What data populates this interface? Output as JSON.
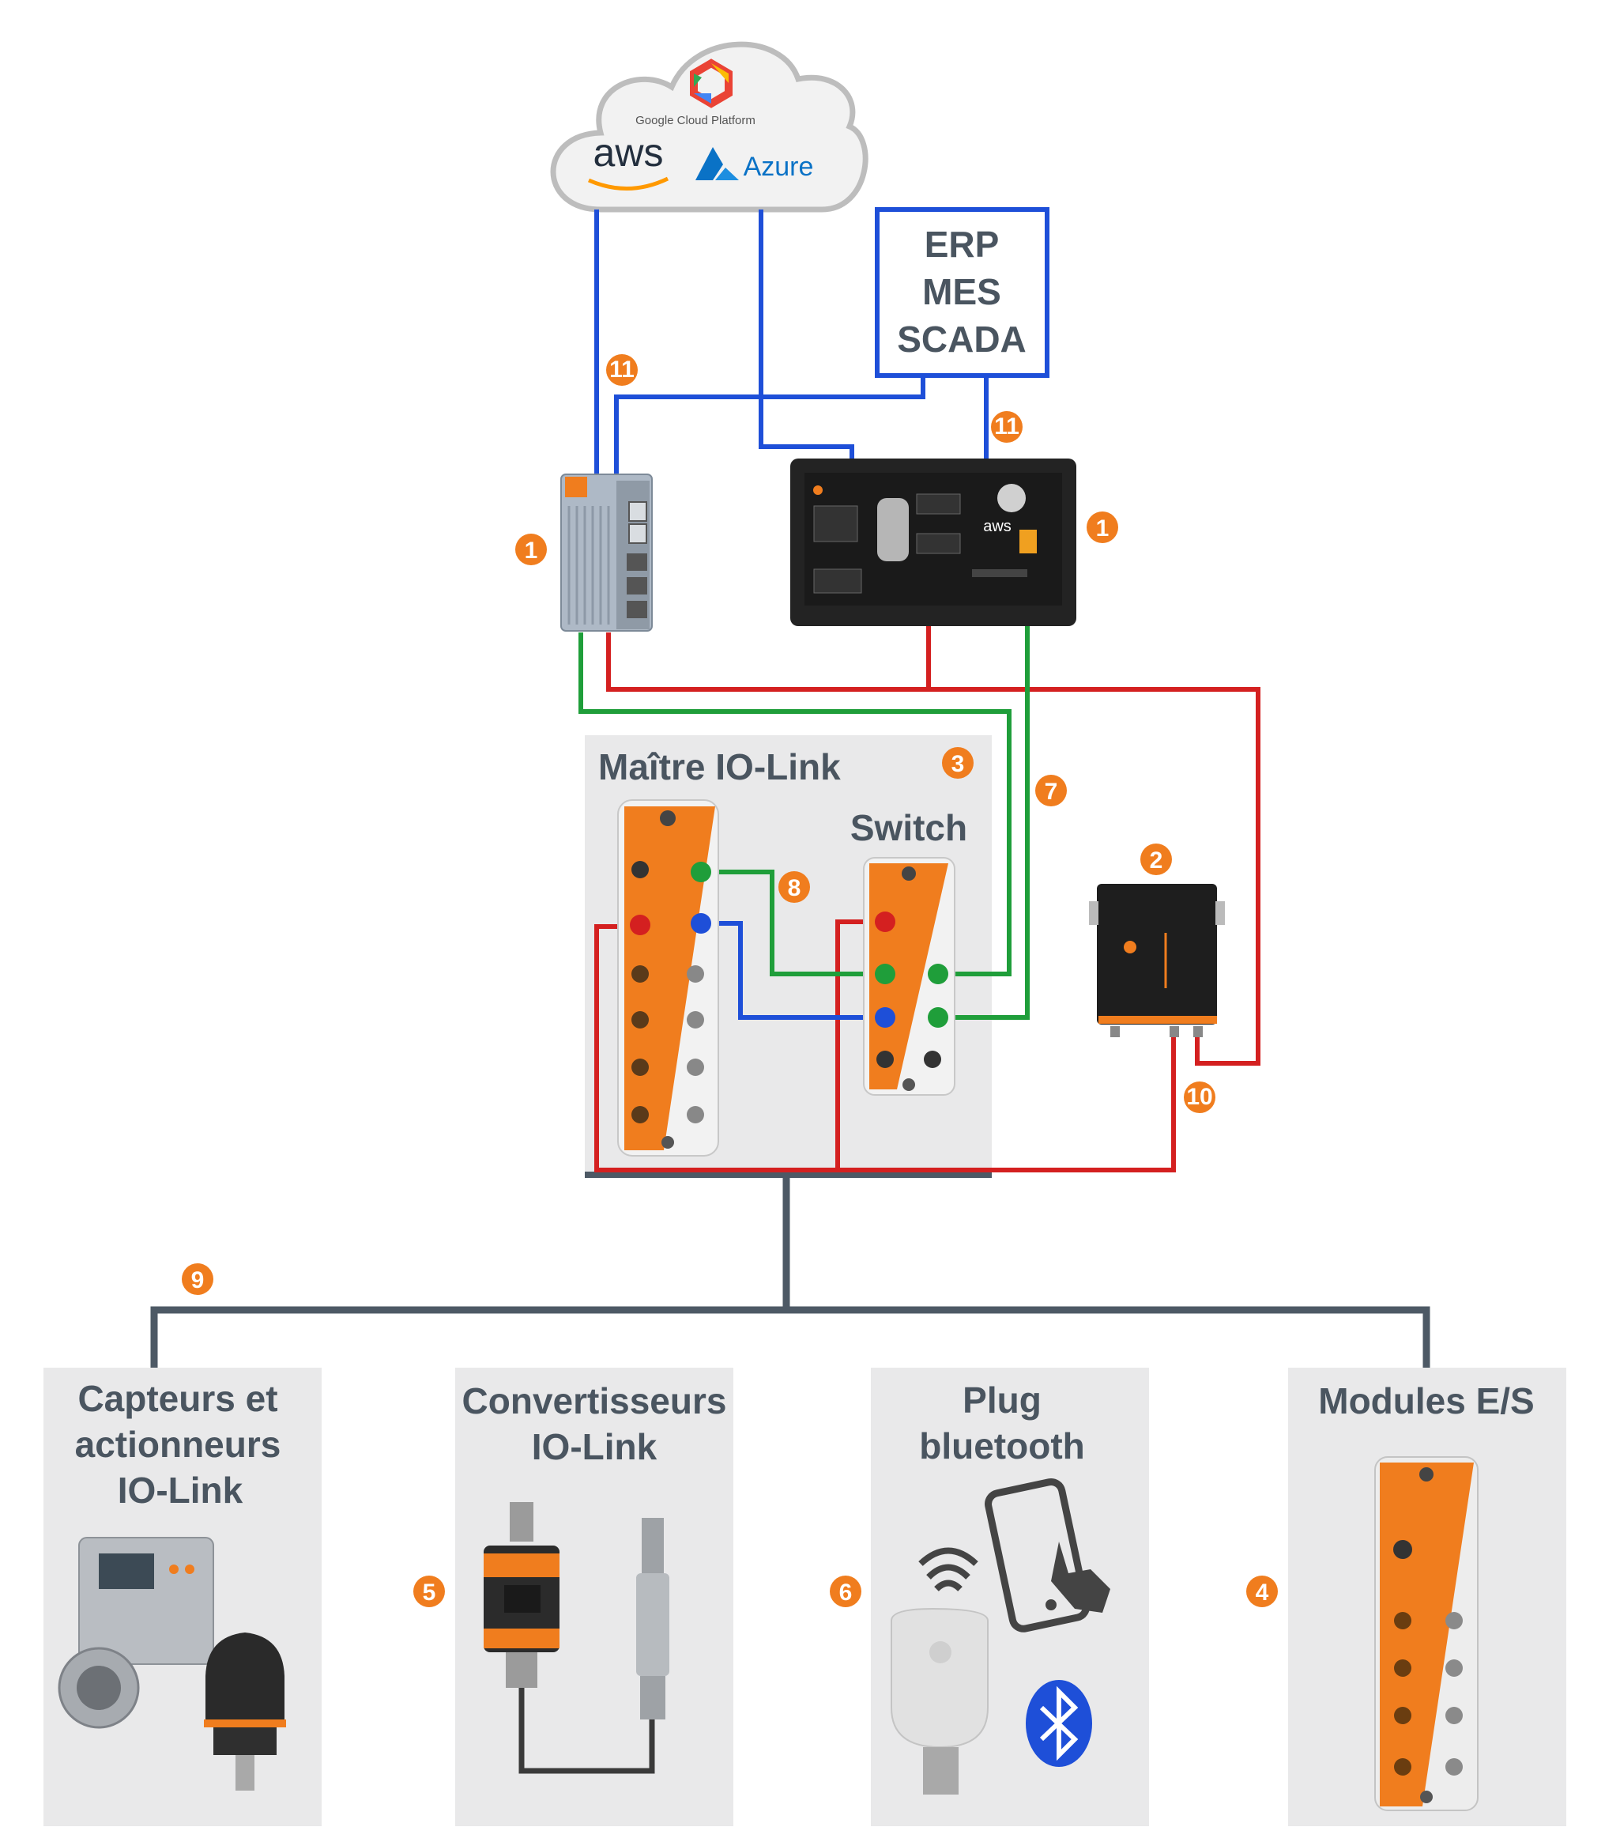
{
  "cloud": {
    "google_label": "Google Cloud Platform",
    "aws_label": "aws",
    "azure_label": "Azure"
  },
  "systems_box": {
    "lines": [
      "ERP",
      "MES",
      "SCADA"
    ]
  },
  "io_link_master": {
    "title": "Maître IO-Link",
    "switch_label": "Switch"
  },
  "hmi_screen": {
    "aws_label": "aws"
  },
  "badges": {
    "b1_gateway": "1",
    "b1_hmi": "1",
    "b2": "2",
    "b3": "3",
    "b4": "4",
    "b5": "5",
    "b6": "6",
    "b7": "7",
    "b8": "8",
    "b9": "9",
    "b10": "10",
    "b11_left": "11",
    "b11_right": "11"
  },
  "panels": {
    "sensors": {
      "line1": "Capteurs et",
      "line2": "actionneurs",
      "line3": "IO-Link"
    },
    "converters": {
      "line1": "Convertisseurs",
      "line2": "IO-Link"
    },
    "bluetooth": {
      "line1": "Plug",
      "line2": "bluetooth"
    },
    "modules": {
      "line1": "Modules E/S"
    }
  },
  "colors": {
    "blue": "#1e4fd8",
    "red": "#d42020",
    "green": "#1f9e3a",
    "orange": "#f07d1e",
    "slate": "#4d5965",
    "panel": "#e9e9ea"
  }
}
